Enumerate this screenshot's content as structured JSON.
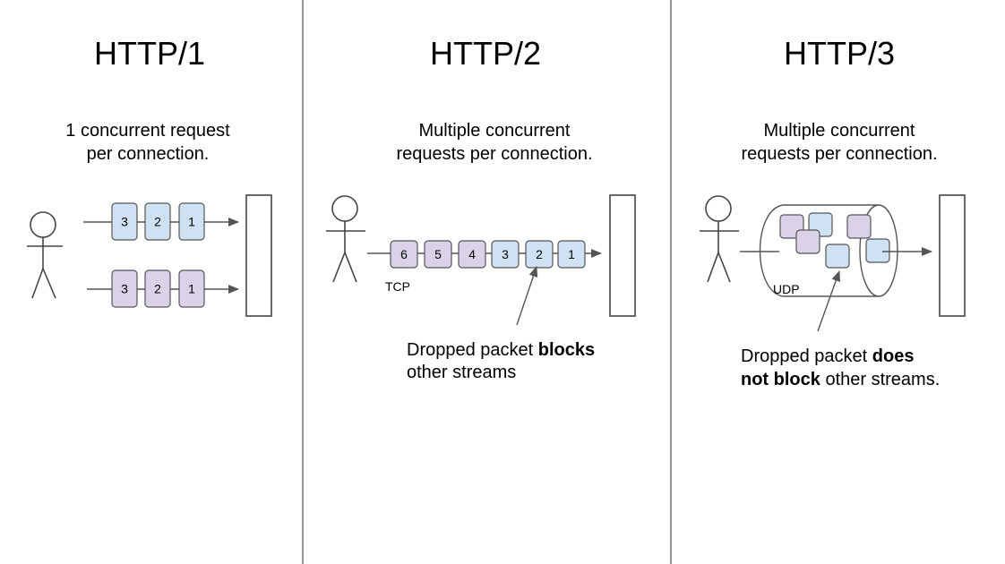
{
  "colors": {
    "blue_fill": "#cfe2f3",
    "purple_fill": "#d9d2e9",
    "packet_border": "#555555",
    "line": "#555555"
  },
  "panels": [
    {
      "title": "HTTP/1",
      "description": [
        "1 concurrent request",
        "per connection."
      ]
    },
    {
      "title": "HTTP/2",
      "description": [
        "Multiple concurrent",
        "requests per connection."
      ],
      "transport_label": "TCP",
      "note": [
        [
          {
            "text": "Dropped packet ",
            "bold": false
          },
          {
            "text": "blocks",
            "bold": true
          }
        ],
        [
          {
            "text": "other streams",
            "bold": false
          }
        ]
      ]
    },
    {
      "title": "HTTP/3",
      "description": [
        "Multiple concurrent",
        "requests per connection."
      ],
      "transport_label": "UDP",
      "note": [
        [
          {
            "text": "Dropped packet ",
            "bold": false
          },
          {
            "text": "does",
            "bold": true
          }
        ],
        [
          {
            "text": "not block",
            "bold": true
          },
          {
            "text": " other streams.",
            "bold": false
          }
        ]
      ]
    }
  ],
  "http1_connections": [
    {
      "packets": [
        {
          "n": "3",
          "stream": "blue"
        },
        {
          "n": "2",
          "stream": "blue"
        },
        {
          "n": "1",
          "stream": "blue"
        }
      ]
    },
    {
      "packets": [
        {
          "n": "3",
          "stream": "purple"
        },
        {
          "n": "2",
          "stream": "purple"
        },
        {
          "n": "1",
          "stream": "purple"
        }
      ]
    }
  ],
  "http2_packets": [
    {
      "n": "6",
      "stream": "purple"
    },
    {
      "n": "5",
      "stream": "purple"
    },
    {
      "n": "4",
      "stream": "purple"
    },
    {
      "n": "3",
      "stream": "blue"
    },
    {
      "n": "2",
      "stream": "blue"
    },
    {
      "n": "1",
      "stream": "blue"
    }
  ],
  "http3_packets": [
    {
      "stream": "purple"
    },
    {
      "stream": "blue"
    },
    {
      "stream": "purple"
    },
    {
      "stream": "blue"
    },
    {
      "stream": "purple"
    },
    {
      "stream": "blue"
    }
  ]
}
